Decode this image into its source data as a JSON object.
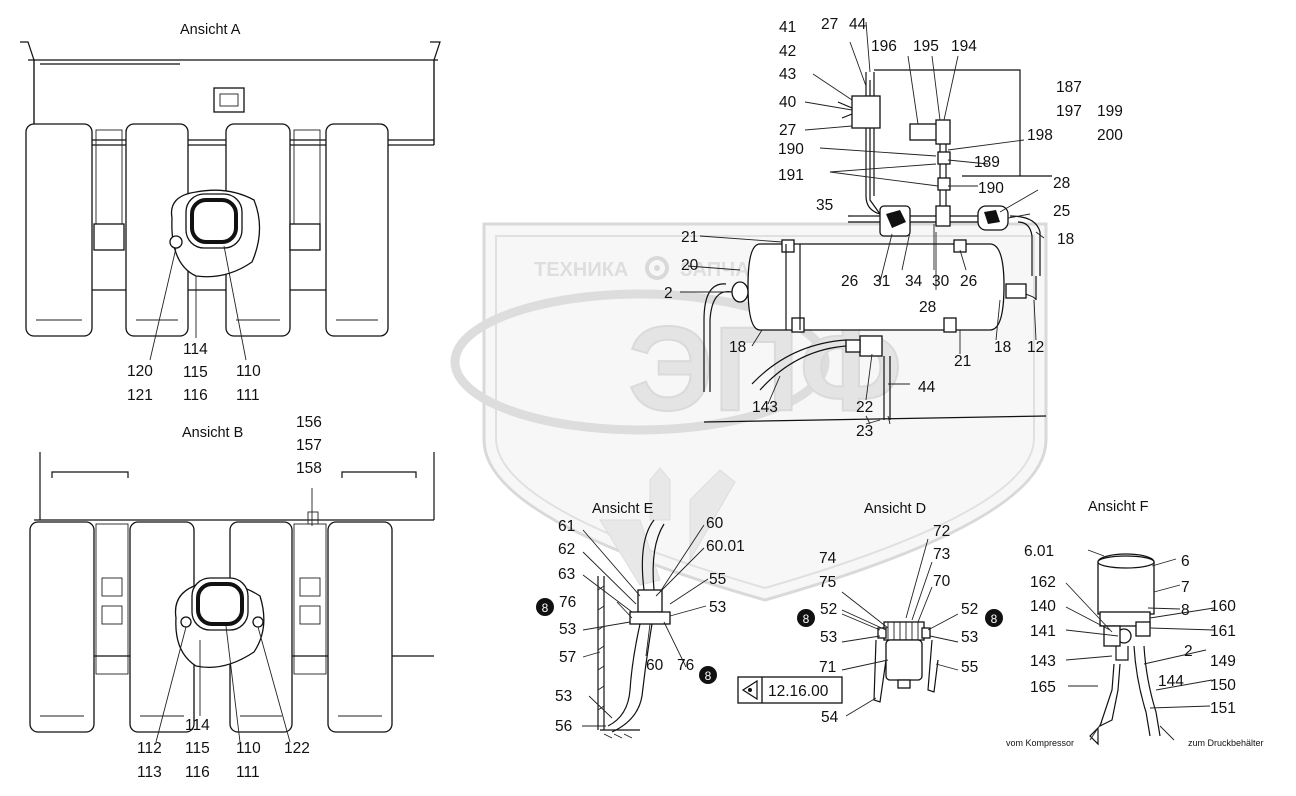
{
  "views": {
    "a": "Ansicht A",
    "b": "Ansicht B",
    "d": "Ansicht D",
    "e": "Ansicht E",
    "f": "Ansicht F"
  },
  "watermark": {
    "left": "ТЕХНИКА",
    "right": "ЗАПЧАСТИ",
    "logo": "ЭПФ"
  },
  "ref_box": "12.16.00",
  "notes": {
    "from_compressor": "vom Kompressor",
    "to_tank": "zum Druckbehälter"
  },
  "marker": "8",
  "labels": {
    "A": [
      "120",
      "121",
      "114",
      "115",
      "116",
      "110",
      "111"
    ],
    "B": [
      "156",
      "157",
      "158",
      "112",
      "113",
      "114",
      "115",
      "116",
      "110",
      "111",
      "122"
    ],
    "main": [
      "41",
      "42",
      "43",
      "40",
      "27",
      "27",
      "44",
      "196",
      "195",
      "194",
      "187",
      "197",
      "199",
      "198",
      "200",
      "190",
      "189",
      "191",
      "190",
      "35",
      "28",
      "25",
      "18",
      "21",
      "20",
      "2",
      "26",
      "31",
      "34",
      "30",
      "28",
      "26",
      "18",
      "18",
      "12",
      "21",
      "143",
      "22",
      "44",
      "23"
    ],
    "E": [
      "61",
      "62",
      "63",
      "76",
      "53",
      "57",
      "53",
      "56",
      "60",
      "60.01",
      "55",
      "53",
      "60",
      "76"
    ],
    "D": [
      "72",
      "73",
      "70",
      "74",
      "75",
      "52",
      "52",
      "53",
      "53",
      "71",
      "55",
      "54"
    ],
    "F": [
      "6.01",
      "6",
      "7",
      "8",
      "160",
      "162",
      "140",
      "141",
      "161",
      "143",
      "2",
      "149",
      "150",
      "165",
      "144",
      "151"
    ]
  }
}
